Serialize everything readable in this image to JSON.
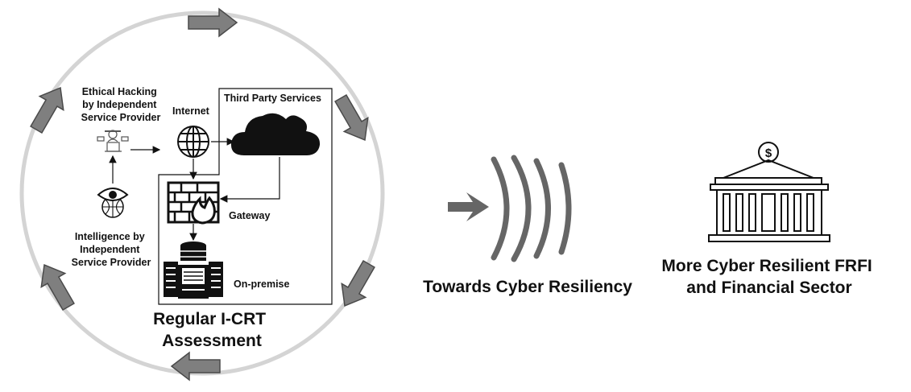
{
  "diagram": {
    "cycle": {
      "title_line1": "Regular I-CRT",
      "title_line2": "Assessment",
      "ethical_hacking": [
        "Ethical Hacking",
        "by Independent",
        "Service Provider"
      ],
      "intelligence": [
        "Intelligence by",
        "Independent",
        "Service Provider"
      ],
      "internet": "Internet",
      "third_party": "Third Party Services",
      "gateway": "Gateway",
      "on_premise": "On-premise"
    },
    "middle": {
      "label": "Towards Cyber Resiliency"
    },
    "right": {
      "line1": "More Cyber Resilient FRFI",
      "line2": "and Financial Sector"
    },
    "icons": {
      "hacker": "hacker-laptop-icon",
      "eye": "eye-globe-icon",
      "globe": "globe-icon",
      "cloud": "cloud-icon",
      "firewall": "firewall-icon",
      "server": "server-rack-icon",
      "bank": "bank-dollar-icon"
    },
    "colors": {
      "ring": "#d4d4d4",
      "arrow_fill": "#7f7f7f",
      "arrow_stroke": "#4a4a4a",
      "ink": "#111111"
    }
  }
}
